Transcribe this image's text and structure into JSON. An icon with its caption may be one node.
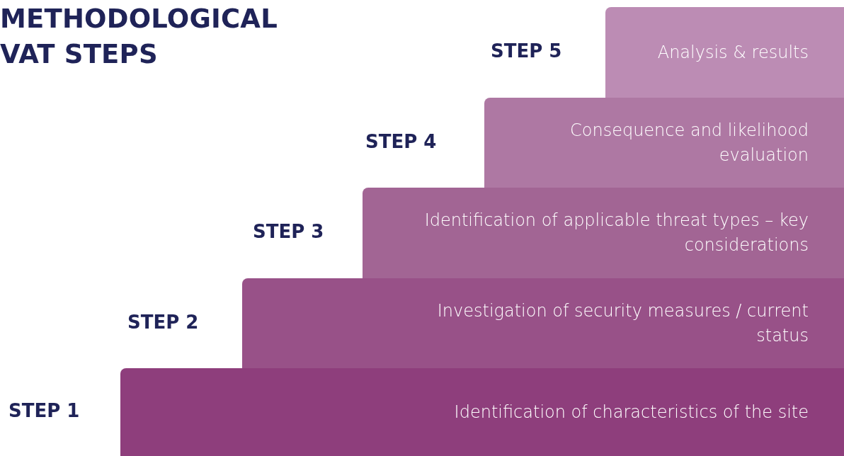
{
  "diagram": {
    "title": "METHODOLOGICAL VAT STEPS",
    "nodes": [
      {
        "text": [
          "Analysis & results"
        ],
        "beside": [
          "STEP 5"
        ]
      },
      {
        "text": [
          "Consequence and likelihood evaluation"
        ],
        "beside": [
          "STEP 4"
        ]
      },
      {
        "text": [
          "Identification of applicable threat types – key considerations"
        ],
        "beside": [
          "STEP 3"
        ]
      },
      {
        "text": [
          "Investigation of security measures / current status"
        ],
        "beside": [
          "STEP 2"
        ]
      },
      {
        "text": [
          "Identification of characteristics of the site"
        ],
        "beside": [
          "STEP 1"
        ]
      }
    ]
  }
}
